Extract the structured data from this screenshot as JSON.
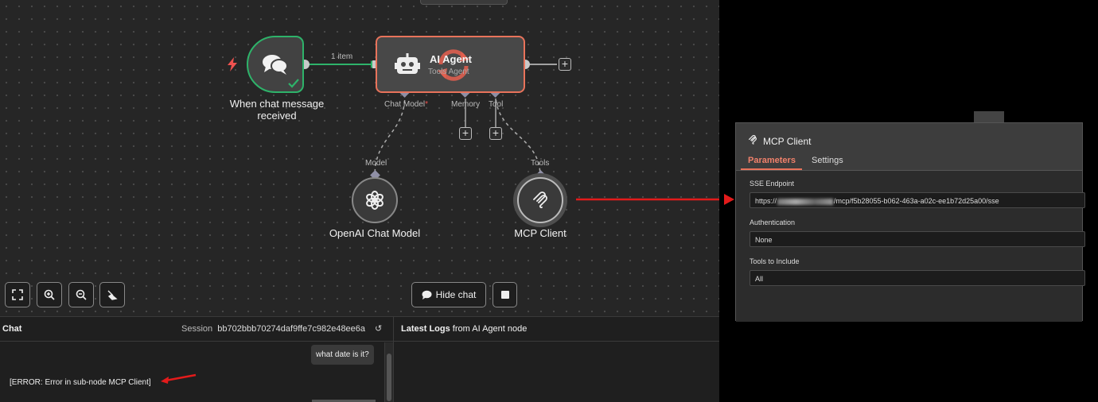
{
  "canvas": {
    "edge_label": "1 item",
    "trigger": {
      "label_line1": "When chat message",
      "label_line2": "received"
    },
    "agent": {
      "title": "AI Agent",
      "subtitle": "Tools Agent",
      "ports": {
        "chat_model": "Chat Model",
        "required_mark": "*",
        "memory": "Memory",
        "tool": "Tool"
      }
    },
    "model_node": {
      "port_label": "Model",
      "label": "OpenAI Chat Model"
    },
    "mcp_node": {
      "port_label": "Tools",
      "label": "MCP Client"
    },
    "hide_chat_label": "Hide chat",
    "colors": {
      "trigger_border": "#2eb36a",
      "agent_border": "#e9735b",
      "arrow": "#e31b1b"
    }
  },
  "chat": {
    "title": "Chat",
    "session_label": "Session",
    "session_id": "bb702bbb70274daf9ffe7c982e48ee6a",
    "messages": [
      {
        "role": "user",
        "text": "what date is it?"
      },
      {
        "role": "bot",
        "text": "[ERROR: Error in sub-node MCP Client]"
      }
    ]
  },
  "logs": {
    "title_bold": "Latest Logs",
    "title_rest": " from AI Agent node"
  },
  "mcp_panel": {
    "title": "MCP Client",
    "tabs": [
      {
        "label": "Parameters",
        "active": true
      },
      {
        "label": "Settings",
        "active": false
      }
    ],
    "fields": {
      "sse_label": "SSE Endpoint",
      "sse_prefix": "https://",
      "sse_suffix": "/mcp/f5b28055-b062-463a-a02c-ee1b72d25a00/sse",
      "auth_label": "Authentication",
      "auth_value": "None",
      "tools_label": "Tools to Include",
      "tools_value": "All"
    }
  }
}
